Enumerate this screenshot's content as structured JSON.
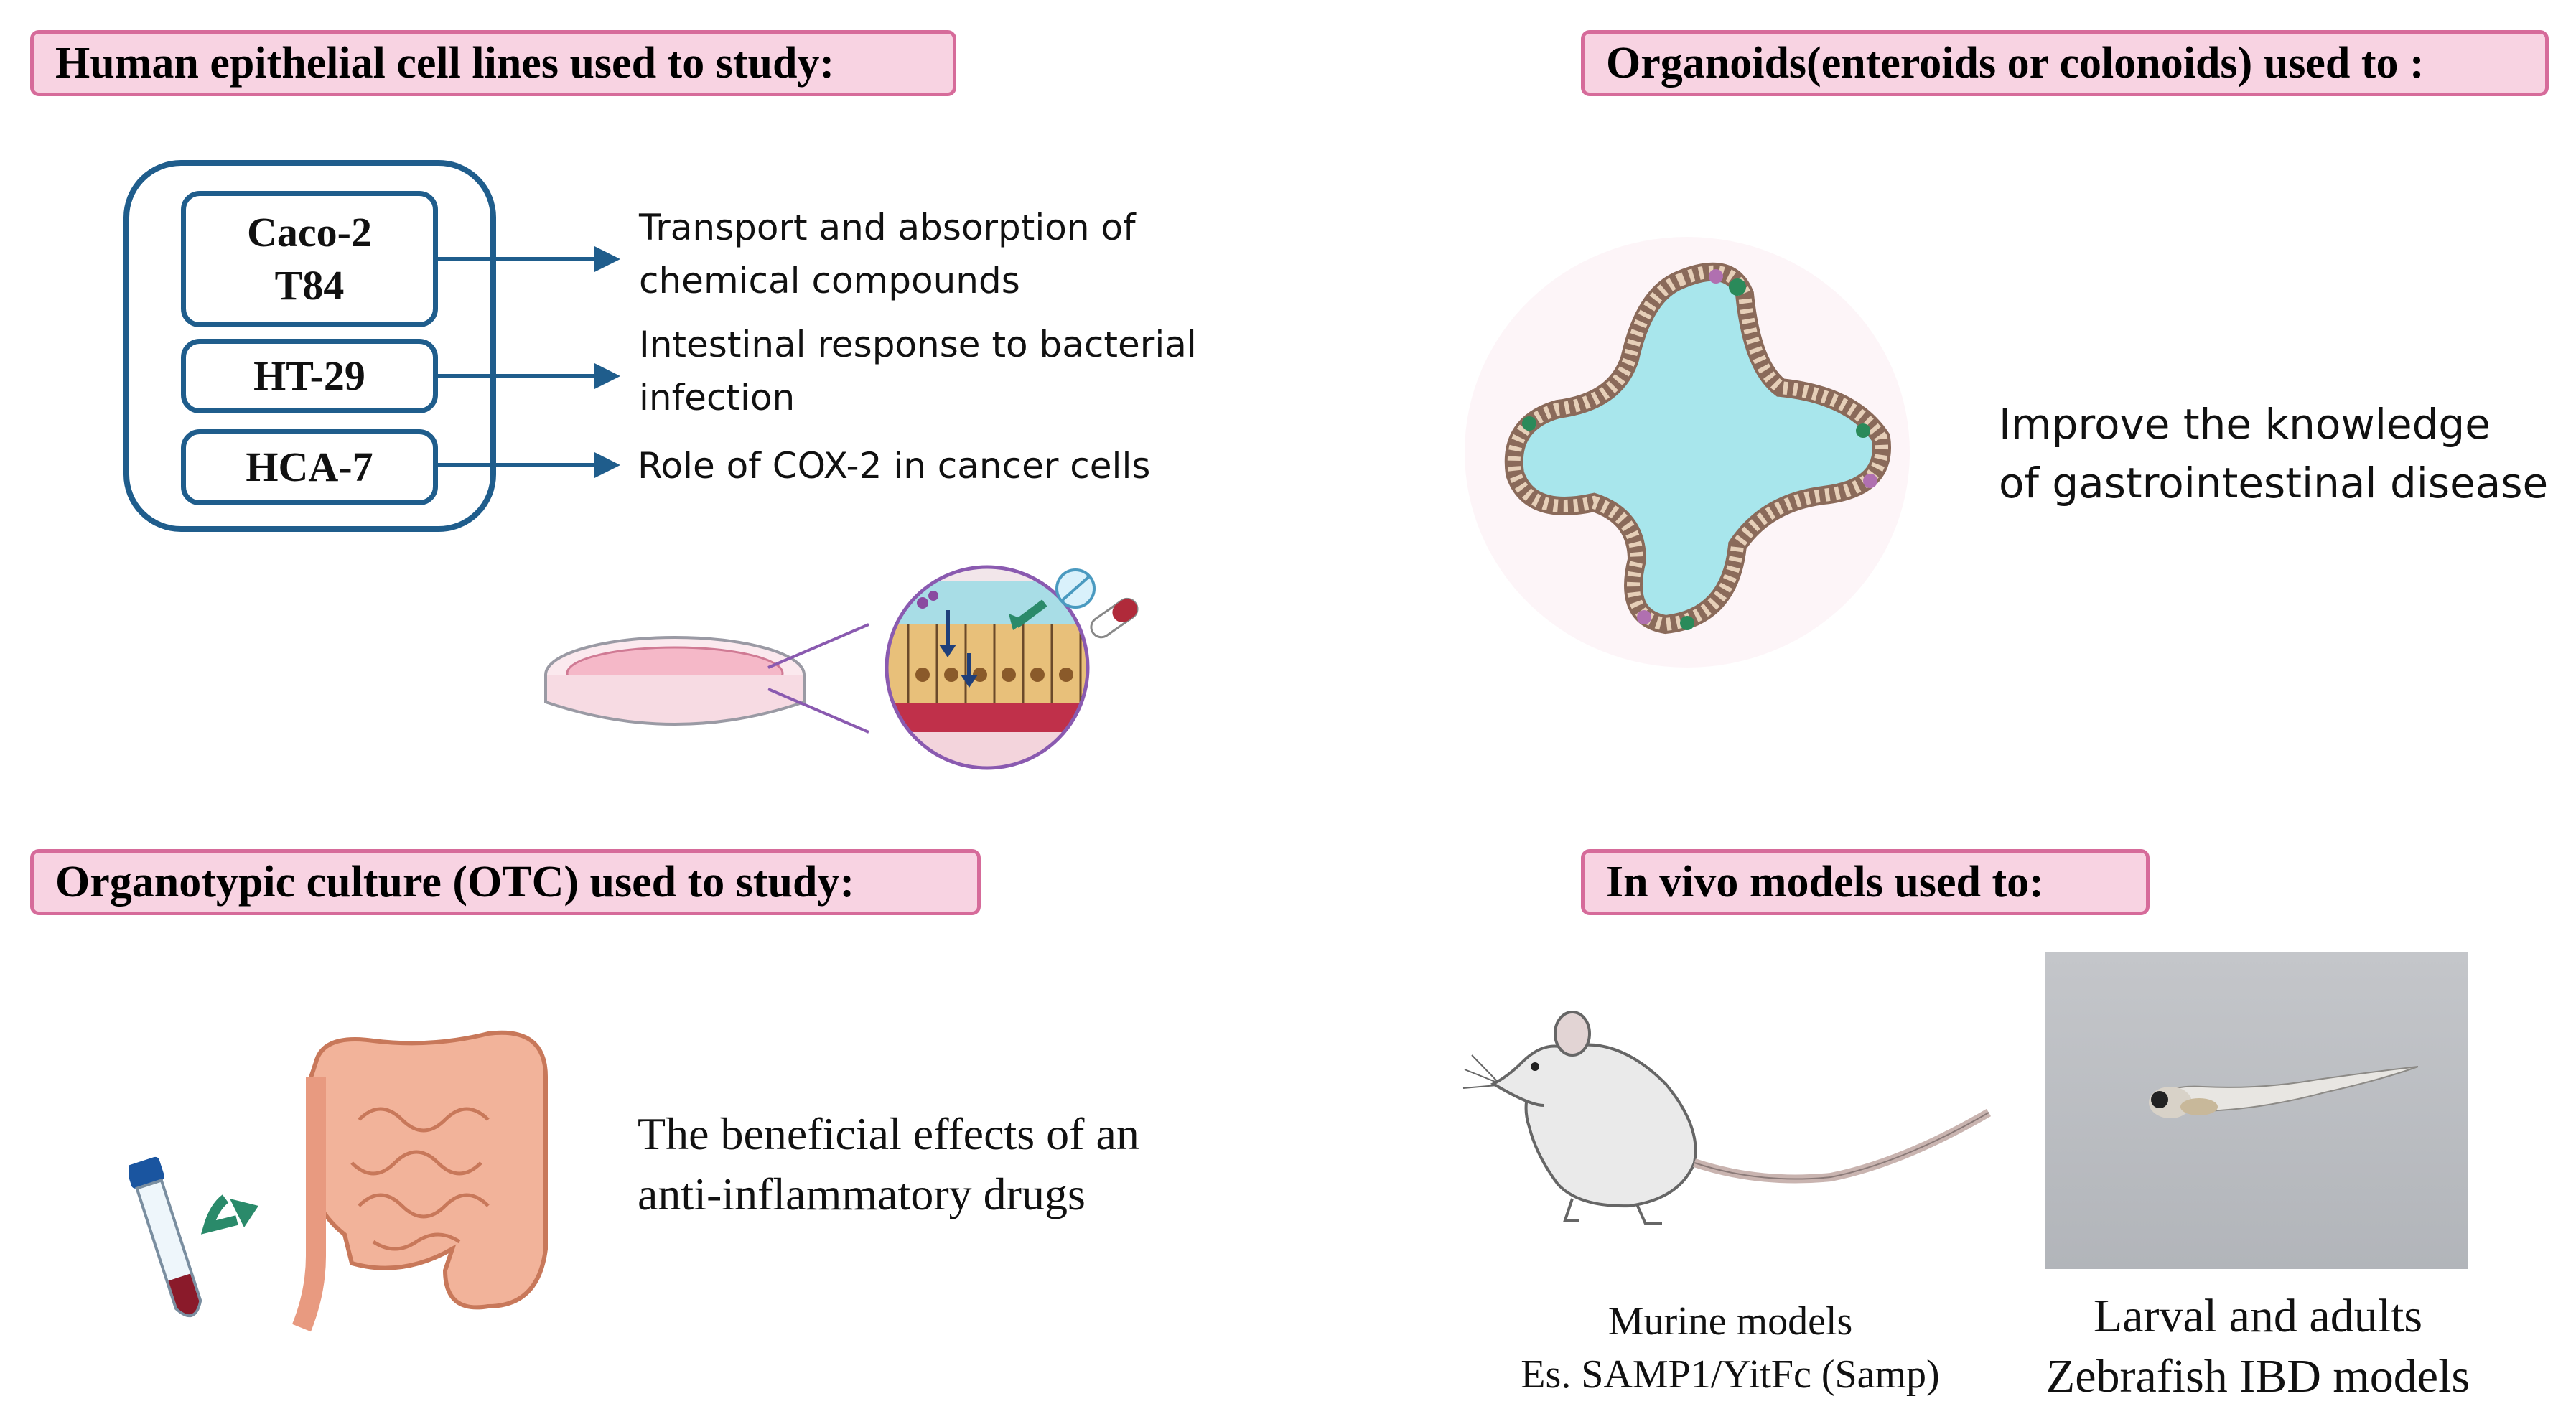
{
  "sections": {
    "cell_lines": {
      "title": "Human epithelial cell lines used to study:",
      "lines": [
        {
          "name_line1": "Caco-2",
          "name_line2": "T84",
          "use_line1": "Transport and absorption of",
          "use_line2": "chemical compounds"
        },
        {
          "name_line1": "HT-29",
          "use_line1": "Intestinal response to bacterial",
          "use_line2": "infection"
        },
        {
          "name_line1": "HCA-7",
          "use_line1": "Role of COX-2 in cancer cells"
        }
      ]
    },
    "organoids": {
      "title": "Organoids(enteroids or colonoids) used to :",
      "text_line1": "Improve the knowledge",
      "text_line2": "of gastrointestinal disease"
    },
    "otc": {
      "title": "Organotypic culture (OTC) used to study:",
      "text_line1": "The beneficial effects of an",
      "text_line2": "anti-inflammatory drugs"
    },
    "in_vivo": {
      "title": "In vivo models used to:",
      "mouse_line1": "Murine models",
      "mouse_line2": "Es. SAMP1/YitFc (Samp)",
      "zebrafish_line1": "Larval and adults",
      "zebrafish_line2": "Zebrafish IBD models"
    }
  },
  "colors": {
    "title_fill": "#f8d3e2",
    "title_border": "#d66b9a",
    "box_border": "#1f5d8c",
    "organoid_lumen": "#a8e6ec"
  },
  "icons": [
    "petri-dish-icon",
    "magnified-epithelium-icon",
    "pill-icon",
    "organoid-icon",
    "intestine-icon",
    "test-tube-icon",
    "mouse-icon",
    "zebrafish-photo"
  ]
}
